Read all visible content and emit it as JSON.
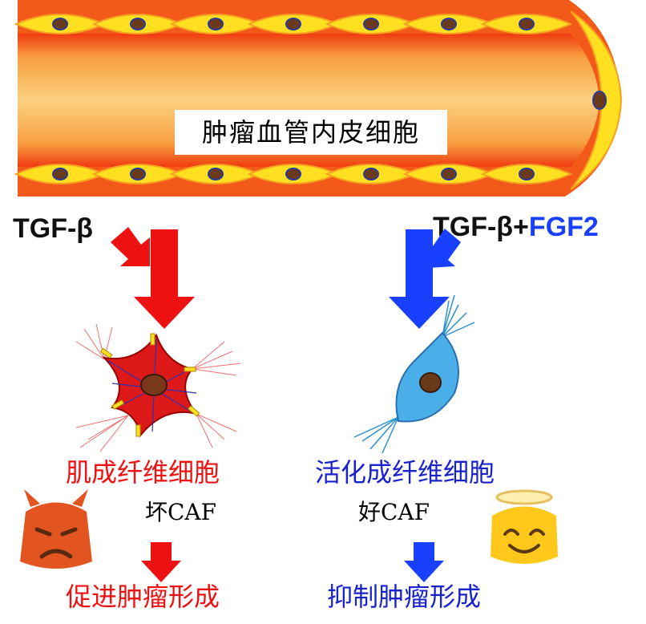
{
  "vessel_label": "肿瘤血管内皮细胞",
  "left_pathway": {
    "signal": "TGF-β",
    "cell_type": "肌成纤维细胞",
    "caf_type": "坏CAF",
    "outcome": "促进肿瘤形成",
    "accent_color": "#ee1111"
  },
  "right_pathway": {
    "signal_prefix": "TGF-β+",
    "signal_highlight": "FGF2",
    "cell_type": "活化成纤维细胞",
    "caf_type": "好CAF",
    "outcome": "抑制肿瘤形成",
    "accent_color": "#1a40ff"
  },
  "icons": {
    "vessel": "blood-vessel-icon",
    "myofibroblast": "myofibroblast-cell-icon",
    "fibroblast": "activated-fibroblast-cell-icon",
    "bad": "devil-face-icon",
    "good": "angel-face-icon"
  }
}
